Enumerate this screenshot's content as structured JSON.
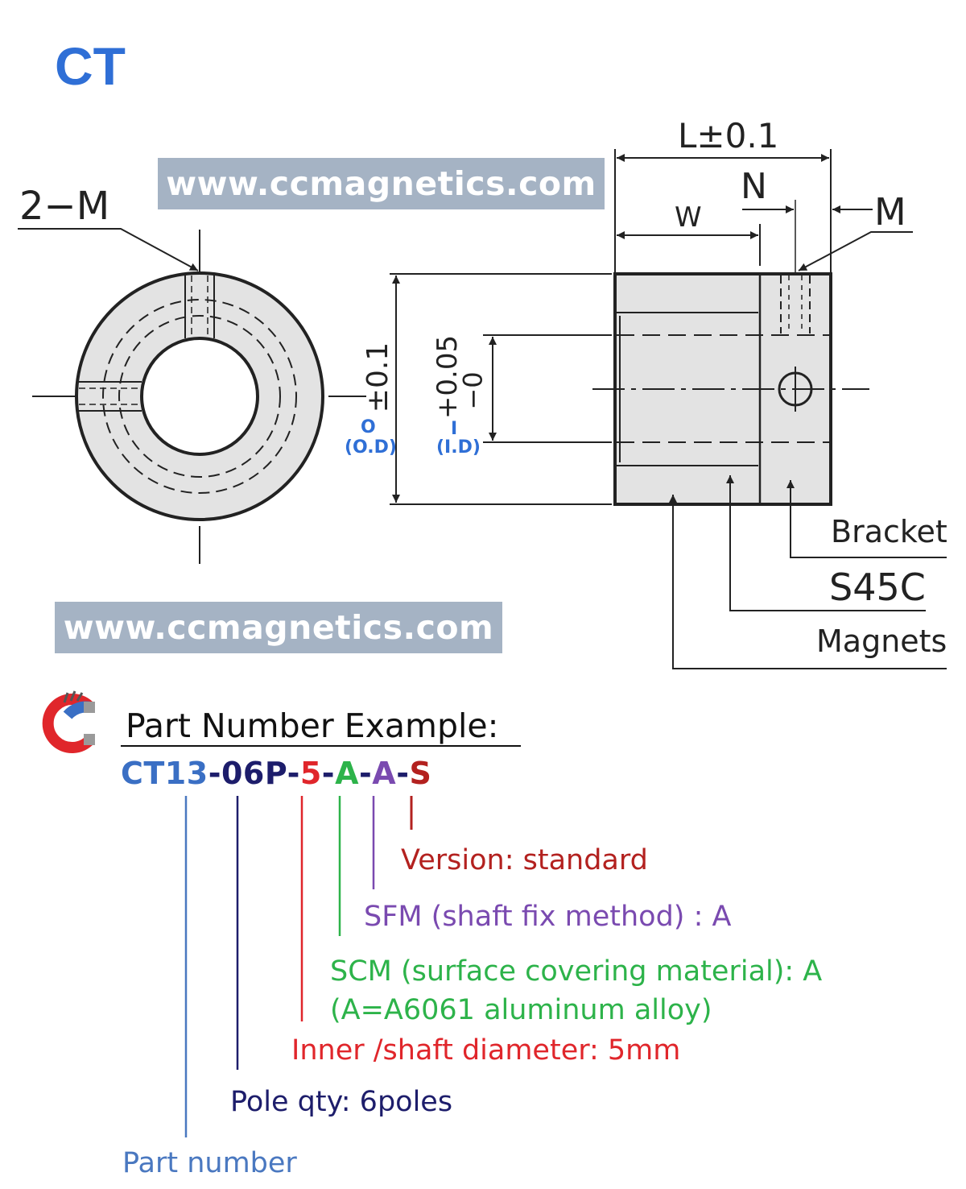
{
  "title": "CT",
  "watermarks": [
    "www.ccmagnetics.com",
    "www.ccmagnetics.com"
  ],
  "dimensions": {
    "two_m": "2−M",
    "l": "L±0.1",
    "n": "N",
    "w": "W",
    "m": "M",
    "od_tol": "±0.1",
    "od_letter": "O",
    "od_name": "(O.D)",
    "id_tol_upper": "+0.05",
    "id_tol_lower": "−0",
    "id_letter": "I",
    "id_name": "(I.D)"
  },
  "parts": {
    "bracket": "Bracket",
    "s45c": "S45C",
    "magnets": "Magnets"
  },
  "part_number": {
    "heading": "Part Number Example:",
    "segments": [
      {
        "text": "CT13",
        "color": "#3a6fc4"
      },
      {
        "text": "-",
        "color": "#1d1d6b"
      },
      {
        "text": "06P",
        "color": "#1d1d6b"
      },
      {
        "text": "-",
        "color": "#1d1d6b"
      },
      {
        "text": "5",
        "color": "#e0262b"
      },
      {
        "text": "-",
        "color": "#1d1d6b"
      },
      {
        "text": "A",
        "color": "#2db34a"
      },
      {
        "text": "-",
        "color": "#1d1d6b"
      },
      {
        "text": "A",
        "color": "#7a4ab0"
      },
      {
        "text": "-",
        "color": "#1d1d6b"
      },
      {
        "text": "S",
        "color": "#b3211f"
      }
    ],
    "descriptions": {
      "version": "Version: standard",
      "sfm": "SFM (shaft fix method) : A",
      "scm_line1": "SCM (surface covering material): A",
      "scm_line2": "(A=A6061 aluminum alloy)",
      "inner": "Inner /shaft diameter: 5mm",
      "pole": "Pole qty: 6poles",
      "part": "Part number"
    }
  },
  "colors": {
    "title": "#2f6fd6",
    "watermark_bg": "#a5b3c4",
    "part_number": "#4a78c0",
    "pole": "#1d1d6b",
    "inner": "#e0262b",
    "scm": "#2db34a",
    "sfm": "#7a4ab0",
    "version": "#b3211f",
    "od_id_label": "#2f6fd6"
  }
}
